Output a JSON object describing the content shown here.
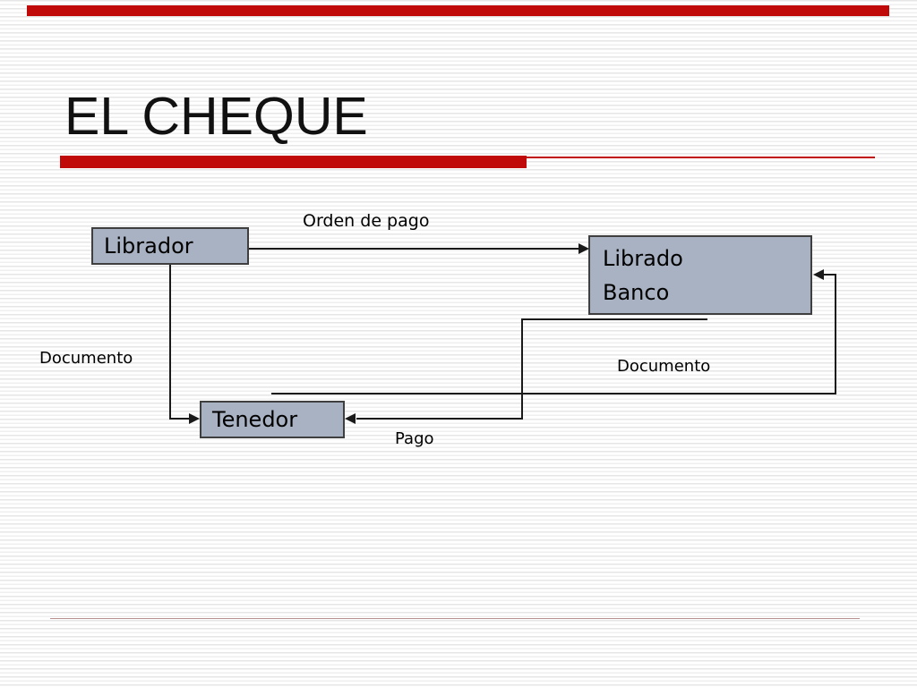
{
  "slide": {
    "title": "EL CHEQUE",
    "colors": {
      "accent": "#c00a0a",
      "box_fill": "#a8b2c2",
      "box_border": "#3f3f3f",
      "connector_line": "#1a1a1a",
      "footer_line": "#b89090",
      "text": "#111111"
    }
  },
  "diagram": {
    "boxes": {
      "librador": {
        "label": "Librador"
      },
      "librado": {
        "line1": "Librado",
        "line2": "Banco"
      },
      "tenedor": {
        "label": "Tenedor"
      }
    },
    "edge_labels": {
      "orden_de_pago": "Orden de pago",
      "documento_left": "Documento",
      "documento_right": "Documento",
      "pago": "Pago"
    }
  }
}
